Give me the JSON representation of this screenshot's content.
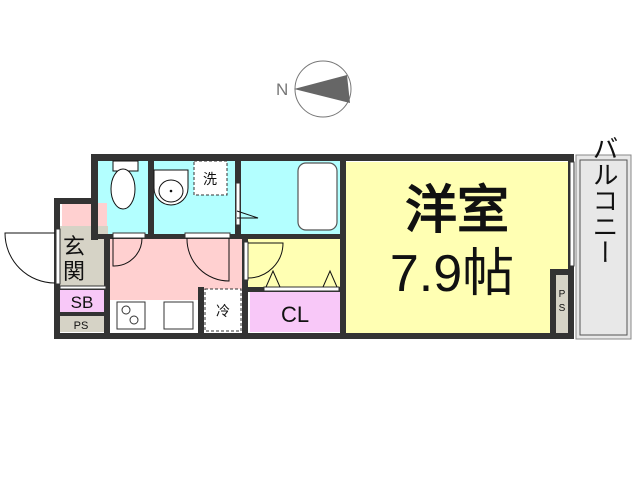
{
  "compass": {
    "north_label": "N"
  },
  "rooms": {
    "western_room": {
      "name": "洋室",
      "size": "7.9帖",
      "color": "#ffffb3"
    },
    "balcony": {
      "name": "バルコニー",
      "color": "#e8e8e8"
    },
    "entrance": {
      "name": "玄関",
      "color": "#d6d3c6"
    },
    "shoe_box": {
      "name": "SB",
      "color": "#f8c8f8"
    },
    "pipe_space_entrance": {
      "name": "PS",
      "color": "#d6d3c6"
    },
    "pipe_space_room": {
      "name": "PS",
      "color": "#d6d3c6"
    },
    "closet": {
      "name": "CL",
      "color": "#f8c8f8"
    },
    "washer": {
      "name": "洗"
    },
    "fridge": {
      "name": "冷"
    },
    "kitchen": {
      "color": "#ffd0d0"
    },
    "bathroom": {
      "color": "#b3ffff"
    },
    "toilet": {
      "color": "#b3ffff"
    },
    "washroom": {
      "color": "#b3ffff"
    }
  },
  "colors": {
    "wall": "#333333"
  }
}
